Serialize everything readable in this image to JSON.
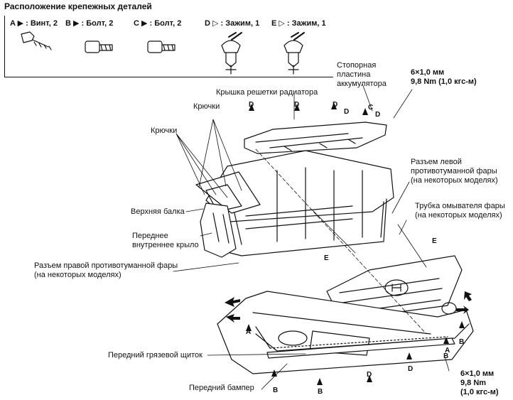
{
  "legend": {
    "title": "Расположение крепежных деталей",
    "items": [
      {
        "key": "A",
        "text": ": Винт, 2"
      },
      {
        "key": "B",
        "text": ": Болт, 2"
      },
      {
        "key": "C",
        "text": ": Болт, 2"
      },
      {
        "key": "D",
        "text": ": Зажим, 1"
      },
      {
        "key": "E",
        "text": ": Зажим, 1"
      }
    ]
  },
  "labels": {
    "battery_plate": "Стопорная\nпластина\nаккумулятора",
    "torque_top": "6×1,0 мм\n9,8 Nm (1,0 кгс-м)",
    "grille_cover": "Крышка решетки радиатора",
    "hooks1": "Крючки",
    "hooks2": "Крючки",
    "left_fog": "Разъем левой\nпротивотуманной фары\n(на некоторых моделях)",
    "washer_tube": "Трубка омывателя фары\n(на некоторых моделях)",
    "upper_beam": "Верхняя балка",
    "inner_fender": "Переднее\nвнутреннее крыло",
    "right_fog": "Разъем правой противотуманной фары\n(на некоторых моделях)",
    "splash_shield": "Передний грязевой щиток",
    "bumper": "Передний бампер",
    "torque_bottom": "6×1,0 мм\n9,8 Nm\n(1,0 кгс-м)"
  },
  "markers": [
    "A",
    "A",
    "B",
    "B",
    "B",
    "B",
    "C",
    "D",
    "D",
    "D",
    "D",
    "D",
    "D",
    "D",
    "E",
    "E"
  ]
}
